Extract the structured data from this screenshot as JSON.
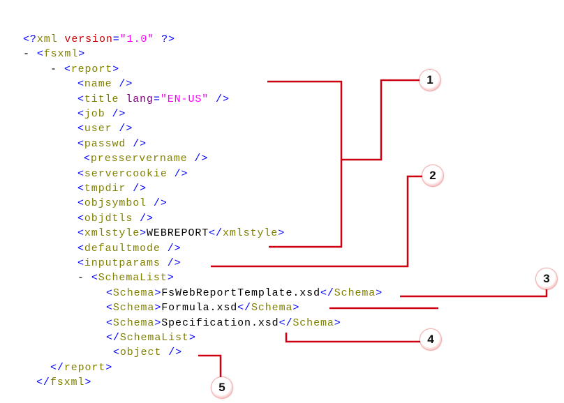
{
  "xml_lines": [
    {
      "prefix": "",
      "open": "<?",
      "tag": "xml",
      "attr": " version",
      "eq": "=",
      "val": "\"1.0\"",
      "close": " ?>"
    },
    {
      "prefix": "- ",
      "open": "<",
      "tag": "fsxml",
      "close": ">"
    },
    {
      "prefix": "- ",
      "open": "<",
      "tag": "report",
      "close": ">"
    },
    {
      "open": "<",
      "tag": "name",
      "close": " />"
    },
    {
      "open": "<",
      "tag": "title",
      "attr": " lang",
      "eq": "=",
      "val": "\"EN-US\"",
      "close": " />"
    },
    {
      "open": "<",
      "tag": "job",
      "close": " />"
    },
    {
      "open": "<",
      "tag": "user",
      "close": " />"
    },
    {
      "open": "<",
      "tag": "passwd",
      "close": " />"
    },
    {
      "open": "<",
      "tag": "presservername",
      "close": " />"
    },
    {
      "open": "<",
      "tag": "servercookie",
      "close": " />"
    },
    {
      "open": "<",
      "tag": "tmpdir",
      "close": " />"
    },
    {
      "open": "<",
      "tag": "objsymbol",
      "close": " />"
    },
    {
      "open": "<",
      "tag": "objdtls",
      "close": " />"
    },
    {
      "open": "<",
      "tag": "xmlstyle",
      "close": ">",
      "text": "WEBREPORT",
      "endopen": "</",
      "endtag": "xmlstyle",
      "endclose": ">"
    },
    {
      "open": "<",
      "tag": "defaultmode",
      "close": " />"
    },
    {
      "open": "<",
      "tag": "inputparams",
      "close": " />"
    },
    {
      "prefix": "- ",
      "open": "<",
      "tag": "SchemaList",
      "close": ">"
    },
    {
      "open": "<",
      "tag": "Schema",
      "close": ">",
      "text": "FsWebReportTemplate.xsd",
      "endopen": "</",
      "endtag": "Schema",
      "endclose": ">"
    },
    {
      "open": "<",
      "tag": "Schema",
      "close": ">",
      "text": "Formula.xsd",
      "endopen": "</",
      "endtag": "Schema",
      "endclose": ">"
    },
    {
      "open": "<",
      "tag": "Schema",
      "close": ">",
      "text": "Specification.xsd",
      "endopen": "</",
      "endtag": "Schema",
      "endclose": ">"
    },
    {
      "open": "</",
      "tag": "SchemaList",
      "close": ">"
    },
    {
      "open": "<",
      "tag": "object",
      "close": " />"
    },
    {
      "open": "</",
      "tag": "report",
      "close": ">"
    },
    {
      "open": "</",
      "tag": "fsxml",
      "close": ">"
    }
  ],
  "callouts": [
    "1",
    "2",
    "3",
    "4",
    "5"
  ],
  "colors": {
    "callout_line": "#cc0011",
    "bracket": "#0000ff",
    "tag": "#808000",
    "attr_name": "#cc0000",
    "attr_value": "#ff00ff"
  }
}
